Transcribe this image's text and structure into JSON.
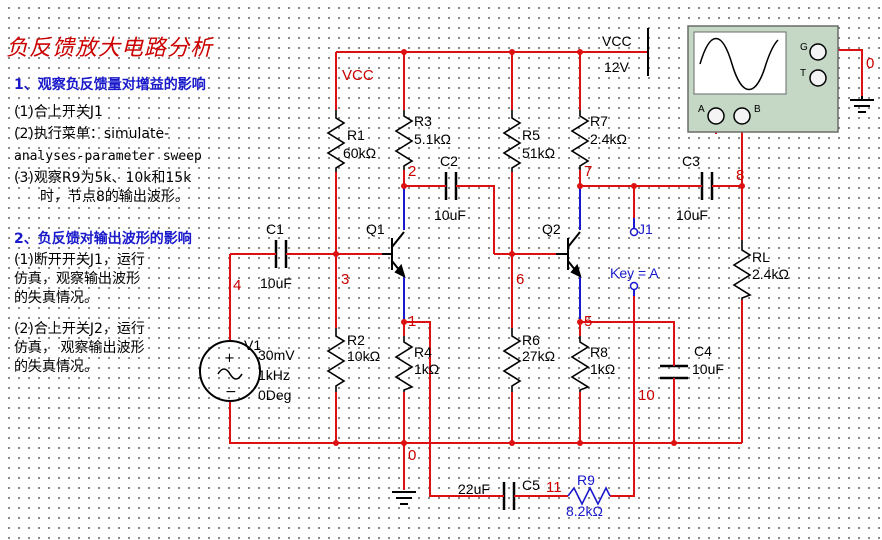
{
  "title": "负反馈放大电路分析",
  "notes": {
    "section1": {
      "heading": "1、观察负反馈量对增益的影响",
      "step1": "(1)合上开关J1",
      "step2_a": "(2)执行菜单：simulate-",
      "step2_b": "analyses-parameter sweep",
      "step3_a": "(3)观察R9为5k、10k和15k",
      "step3_b": "时，节点8的输出波形。"
    },
    "section2": {
      "heading": "2、负反馈对输出波形的影响",
      "step1_a": "(1)断开开关J1，运行",
      "step1_b": "仿真，观察输出波形",
      "step1_c": "的失真情况。",
      "step2_a": "(2)合上开关J2，运行",
      "step2_b": "仿真， 观察输出波形",
      "step2_c": "的失真情况。"
    }
  },
  "supply": {
    "label": "VCC",
    "voltage": "12V",
    "net_label": "VCC"
  },
  "components": {
    "R1": {
      "name": "R1",
      "value": "60kΩ"
    },
    "R2": {
      "name": "R2",
      "value": "10kΩ"
    },
    "R3": {
      "name": "R3",
      "value": "5.1kΩ"
    },
    "R4": {
      "name": "R4",
      "value": "1kΩ"
    },
    "R5": {
      "name": "R5",
      "value": "51kΩ"
    },
    "R6": {
      "name": "R6",
      "value": "27kΩ"
    },
    "R7": {
      "name": "R7",
      "value": "2.4kΩ"
    },
    "R8": {
      "name": "R8",
      "value": "1kΩ"
    },
    "R9": {
      "name": "R9",
      "value": "8.2kΩ"
    },
    "RL": {
      "name": "RL",
      "value": "2.4kΩ"
    },
    "C1": {
      "name": "C1",
      "value": "10uF"
    },
    "C2": {
      "name": "C2",
      "value": "10uF"
    },
    "C3": {
      "name": "C3",
      "value": "10uF"
    },
    "C4": {
      "name": "C4",
      "value": "10uF"
    },
    "C5": {
      "name": "C5",
      "value": "22uF"
    },
    "Q1": {
      "name": "Q1"
    },
    "Q2": {
      "name": "Q2"
    },
    "J1": {
      "name": "J1",
      "key": "Key = A"
    },
    "V1": {
      "name": "V1",
      "amplitude": "30mV",
      "frequency": "1kHz",
      "phase": "0Deg"
    }
  },
  "nodes": [
    "0",
    "1",
    "3",
    "4",
    "5",
    "6",
    "7",
    "8",
    "10",
    "11",
    "2"
  ],
  "oscilloscope": {
    "terminals": {
      "G": "G",
      "T": "T",
      "A": "A",
      "B": "B"
    },
    "ground_node": "0"
  },
  "colors": {
    "wire": "#dd1111",
    "feedback_wire": "#1a1acc",
    "node_label": "#cc0000",
    "title": "#cc0000",
    "heading": "#1a1acc"
  }
}
